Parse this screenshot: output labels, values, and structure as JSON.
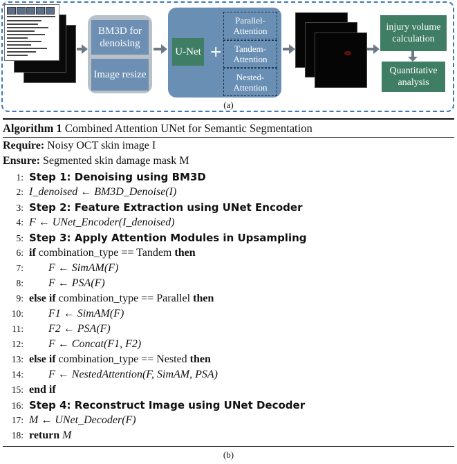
{
  "panel_a": {
    "caption": "(a)",
    "bm3d": {
      "denoise_label": "BM3D for denoising",
      "resize_label": "Image resize"
    },
    "attention": {
      "unet_label": "U-Net",
      "plus": "+",
      "parallel_label": "Parallel-Attention",
      "tandem_label": "Tandem-Attention",
      "nested_label": "Nested-Attention"
    },
    "injury_label": "injury volume calculation",
    "quant_label": "Quantitative analysis",
    "colors": {
      "box_blue": "#6d8fb3",
      "box_green": "#3f7e64",
      "container_gray": "#b9c1c8",
      "dashed_border": "#3a78b8"
    }
  },
  "panel_b": {
    "caption": "(b)",
    "title_bold": "Algorithm 1",
    "title_rest": "Combined Attention UNet for Semantic Segmentation",
    "require_label": "Require:",
    "require_text": "Noisy OCT skin image I",
    "ensure_label": "Ensure:",
    "ensure_text": "Segmented skin damage mask M",
    "lines": [
      {
        "num": "1:",
        "text": "Step 1: Denoising using BM3D"
      },
      {
        "num": "2:",
        "text": "I_denoised ← BM3D_Denoise(I)"
      },
      {
        "num": "3:",
        "text": "Step 2: Feature Extraction using UNet Encoder"
      },
      {
        "num": "4:",
        "text": "F ← UNet_Encoder(I_denoised)"
      },
      {
        "num": "5:",
        "text": "Step 3: Apply Attention Modules in Upsampling"
      },
      {
        "num": "6:",
        "kw": "if",
        "text": "combination_type == Tandem",
        "kw2": "then"
      },
      {
        "num": "7:",
        "text": "F ← SimAM(F)"
      },
      {
        "num": "8:",
        "text": "F ← PSA(F)"
      },
      {
        "num": "9:",
        "kw": "else if",
        "text": "combination_type == Parallel",
        "kw2": "then"
      },
      {
        "num": "10:",
        "text": "F1 ← SimAM(F)"
      },
      {
        "num": "11:",
        "text": "F2 ← PSA(F)"
      },
      {
        "num": "12:",
        "text": "F ← Concat(F1, F2)"
      },
      {
        "num": "13:",
        "kw": "else if",
        "text": "combination_type == Nested",
        "kw2": "then"
      },
      {
        "num": "14:",
        "text": "F ← NestedAttention(F, SimAM, PSA)"
      },
      {
        "num": "15:",
        "kw": "end if",
        "text": ""
      },
      {
        "num": "16:",
        "text": "Step 4: Reconstruct Image using UNet Decoder"
      },
      {
        "num": "17:",
        "text": "M ← UNet_Decoder(F)"
      },
      {
        "num": "18:",
        "kw": "return",
        "text": "M"
      }
    ]
  }
}
